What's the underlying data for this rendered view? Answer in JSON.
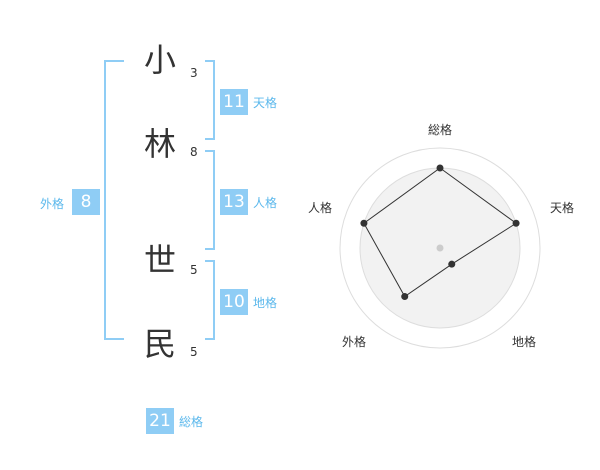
{
  "name": {
    "chars": [
      {
        "kanji": "小",
        "strokes": "3"
      },
      {
        "kanji": "林",
        "strokes": "8"
      },
      {
        "kanji": "世",
        "strokes": "5"
      },
      {
        "kanji": "民",
        "strokes": "5"
      }
    ]
  },
  "fortunes": {
    "tenkaku": {
      "value": "11",
      "label": "天格"
    },
    "jinkaku": {
      "value": "13",
      "label": "人格"
    },
    "chikaku": {
      "value": "10",
      "label": "地格"
    },
    "gaikaku": {
      "value": "8",
      "label": "外格"
    },
    "soukaku": {
      "value": "21",
      "label": "総格"
    }
  },
  "chart_data": {
    "type": "radar",
    "axes": [
      "総格",
      "天格",
      "地格",
      "外格",
      "人格"
    ],
    "values": [
      4,
      4,
      1,
      3,
      4
    ],
    "max": 5,
    "rings": 4,
    "colors": {
      "fill": "#f2f2f2",
      "ring": "#dddddd",
      "line": "#333333",
      "center": "#cccccc"
    }
  }
}
